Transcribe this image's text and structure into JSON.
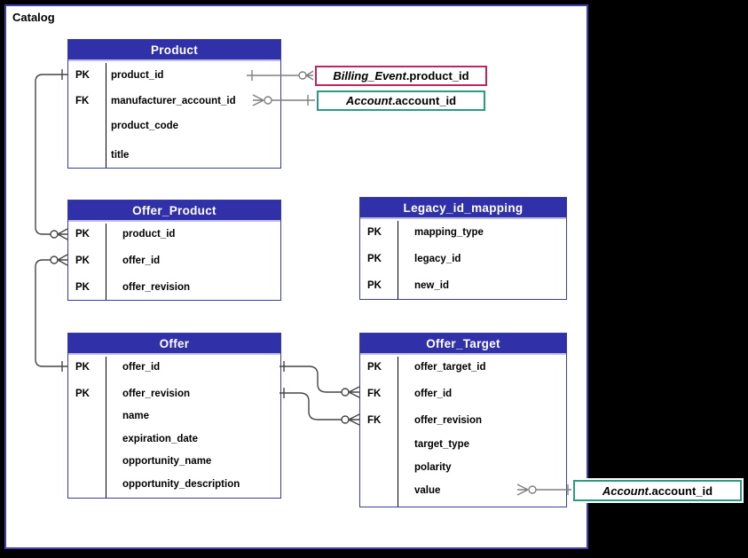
{
  "title": "Catalog",
  "colors": {
    "header_bg": "#3030A8",
    "canvas_border": "#4040B4",
    "billing_border": "#C4245E",
    "account_border": "#2B9C82",
    "line_gray": "#7F7F7F",
    "line_dark": "#454545"
  },
  "tables": [
    {
      "id": "product",
      "name": "Product",
      "fields": [
        {
          "key": "PK",
          "name": "product_id"
        },
        {
          "key": "FK",
          "name": "manufacturer_account_id"
        },
        {
          "key": "",
          "name": "product_code"
        },
        {
          "key": "",
          "name": "title"
        }
      ]
    },
    {
      "id": "offer_product",
      "name": "Offer_Product",
      "fields": [
        {
          "key": "PK",
          "name": "product_id"
        },
        {
          "key": "PK",
          "name": "offer_id"
        },
        {
          "key": "PK",
          "name": "offer_revision"
        }
      ]
    },
    {
      "id": "legacy_id_mapping",
      "name": "Legacy_id_mapping",
      "fields": [
        {
          "key": "PK",
          "name": "mapping_type"
        },
        {
          "key": "PK",
          "name": "legacy_id"
        },
        {
          "key": "PK",
          "name": "new_id"
        }
      ]
    },
    {
      "id": "offer",
      "name": "Offer",
      "fields": [
        {
          "key": "PK",
          "name": "offer_id"
        },
        {
          "key": "PK",
          "name": "offer_revision"
        },
        {
          "key": "",
          "name": "name"
        },
        {
          "key": "",
          "name": "expiration_date"
        },
        {
          "key": "",
          "name": "opportunity_name"
        },
        {
          "key": "",
          "name": "opportunity_description"
        }
      ]
    },
    {
      "id": "offer_target",
      "name": "Offer_Target",
      "fields": [
        {
          "key": "PK",
          "name": "offer_target_id"
        },
        {
          "key": "FK",
          "name": "offer_id"
        },
        {
          "key": "FK",
          "name": "offer_revision"
        },
        {
          "key": "",
          "name": "target_type"
        },
        {
          "key": "",
          "name": "polarity"
        },
        {
          "key": "",
          "name": "value"
        }
      ]
    }
  ],
  "external_refs": [
    {
      "id": "billing_event_product_id",
      "entity": "Billing_Event",
      "field": ".product_id"
    },
    {
      "id": "account_account_id_top",
      "entity": "Account",
      "field": ".account_id"
    },
    {
      "id": "account_account_id_bottom",
      "entity": "Account",
      "field": ".account_id"
    }
  ]
}
